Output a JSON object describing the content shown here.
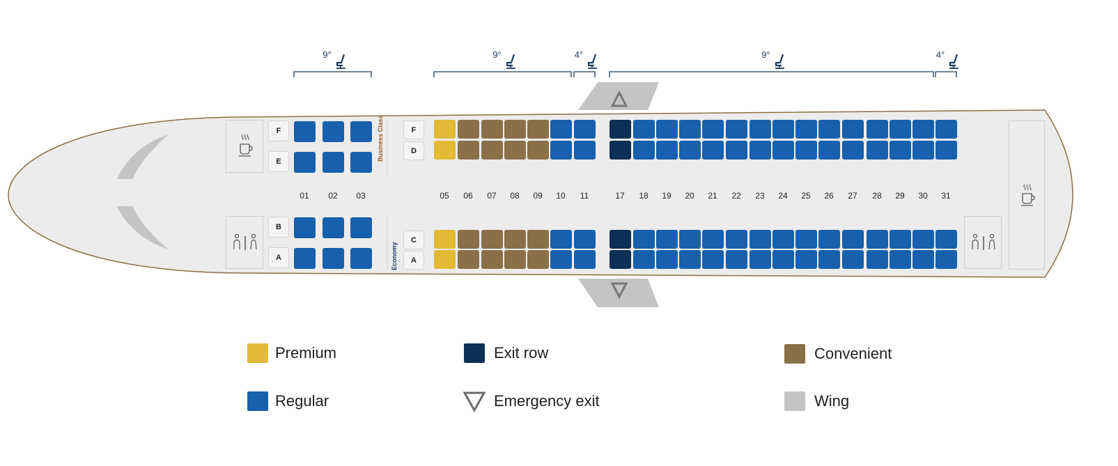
{
  "colors": {
    "premium": "#e3b935",
    "convenient": "#8a7048",
    "regular": "#1660ad",
    "exit_row": "#0c2f55",
    "wing": "#c4c4c4",
    "fuselage_fill": "#ececec",
    "fuselage_stroke": "#8a7048",
    "bracket": "#1c3a5e"
  },
  "cabins": {
    "business_label": "Business Class",
    "economy_label": "Economy"
  },
  "business": {
    "rows": [
      "01",
      "02",
      "03"
    ],
    "upper_letters": [
      "F",
      "E"
    ],
    "lower_letters": [
      "B",
      "A"
    ]
  },
  "economy": {
    "rows": [
      "05",
      "06",
      "07",
      "08",
      "09",
      "10",
      "11",
      "17",
      "18",
      "19",
      "20",
      "21",
      "22",
      "23",
      "24",
      "25",
      "26",
      "27",
      "28",
      "29",
      "30",
      "31"
    ],
    "seat_types": [
      "premium",
      "convenient",
      "convenient",
      "convenient",
      "convenient",
      "regular",
      "regular",
      "exit_row",
      "regular",
      "regular",
      "regular",
      "regular",
      "regular",
      "regular",
      "regular",
      "regular",
      "regular",
      "regular",
      "regular",
      "regular",
      "regular",
      "regular"
    ],
    "upper_letters": [
      "F",
      "D"
    ],
    "lower_letters": [
      "C",
      "A"
    ]
  },
  "recline": [
    {
      "label": "9°",
      "from_row": "01",
      "to_row": "03"
    },
    {
      "label": "9°",
      "from_row": "05",
      "to_row": "10"
    },
    {
      "label": "4°",
      "from_row": "11",
      "to_row": "11"
    },
    {
      "label": "9°",
      "from_row": "17",
      "to_row": "30"
    },
    {
      "label": "4°",
      "from_row": "31",
      "to_row": "31"
    }
  ],
  "facilities": {
    "front_galley_icon": "coffee-cup-icon",
    "front_lavatory_icon": "lavatory-icon",
    "rear_lavatory_icon": "lavatory-icon",
    "rear_galley_icon": "coffee-cup-icon",
    "recline_icon": "reclining-seat-icon",
    "emergency_exit_icon": "emergency-exit-triangle-icon"
  },
  "legend": [
    {
      "key": "premium",
      "label": "Premium"
    },
    {
      "key": "exit_row",
      "label": "Exit row"
    },
    {
      "key": "convenient",
      "label": "Convenient"
    },
    {
      "key": "regular",
      "label": "Regular"
    },
    {
      "key": "emergency_exit",
      "label": "Emergency exit"
    },
    {
      "key": "wing",
      "label": "Wing"
    }
  ]
}
